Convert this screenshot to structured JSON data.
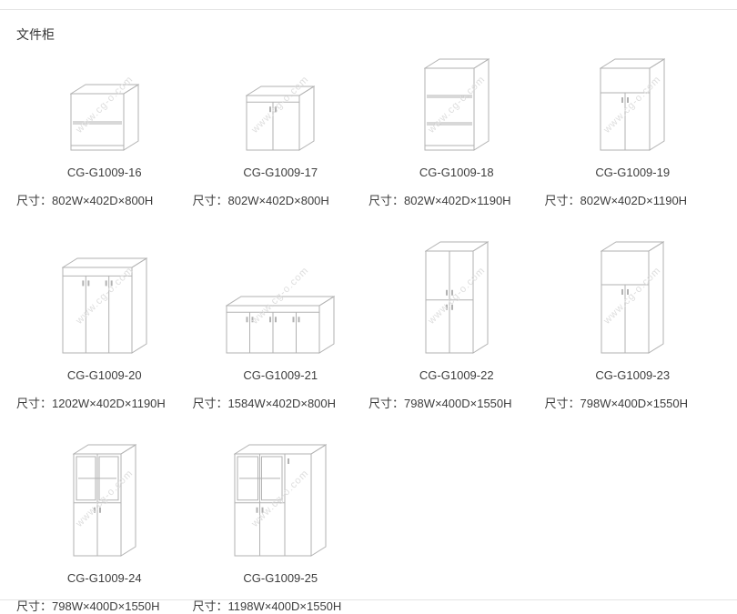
{
  "page": {
    "category_title": "文件柜",
    "watermark": "www.cg-o.com"
  },
  "products": [
    {
      "model": "CG-G1009-16",
      "size": "尺寸：802W×402D×800H",
      "figure": "low-open-bookcase"
    },
    {
      "model": "CG-G1009-17",
      "size": "尺寸：802W×402D×800H",
      "figure": "low-two-door-cabinet"
    },
    {
      "model": "CG-G1009-18",
      "size": "尺寸：802W×402D×1190H",
      "figure": "mid-open-bookcase"
    },
    {
      "model": "CG-G1009-19",
      "size": "尺寸：802W×402D×1190H",
      "figure": "mid-open-top-two-door"
    },
    {
      "model": "CG-G1009-20",
      "size": "尺寸：1202W×402D×1190H",
      "figure": "wide-three-door"
    },
    {
      "model": "CG-G1009-21",
      "size": "尺寸：1584W×402D×800H",
      "figure": "wide-low-four-door"
    },
    {
      "model": "CG-G1009-22",
      "size": "尺寸：798W×400D×1550H",
      "figure": "tall-four-door"
    },
    {
      "model": "CG-G1009-23",
      "size": "尺寸：798W×400D×1550H",
      "figure": "tall-open-top-two-door"
    },
    {
      "model": "CG-G1009-24",
      "size": "尺寸：798W×400D×1550H",
      "figure": "tall-glass-top-two-door"
    },
    {
      "model": "CG-G1009-25",
      "size": "尺寸：1198W×400D×1550H",
      "figure": "wide-tall-glass-combo"
    }
  ]
}
